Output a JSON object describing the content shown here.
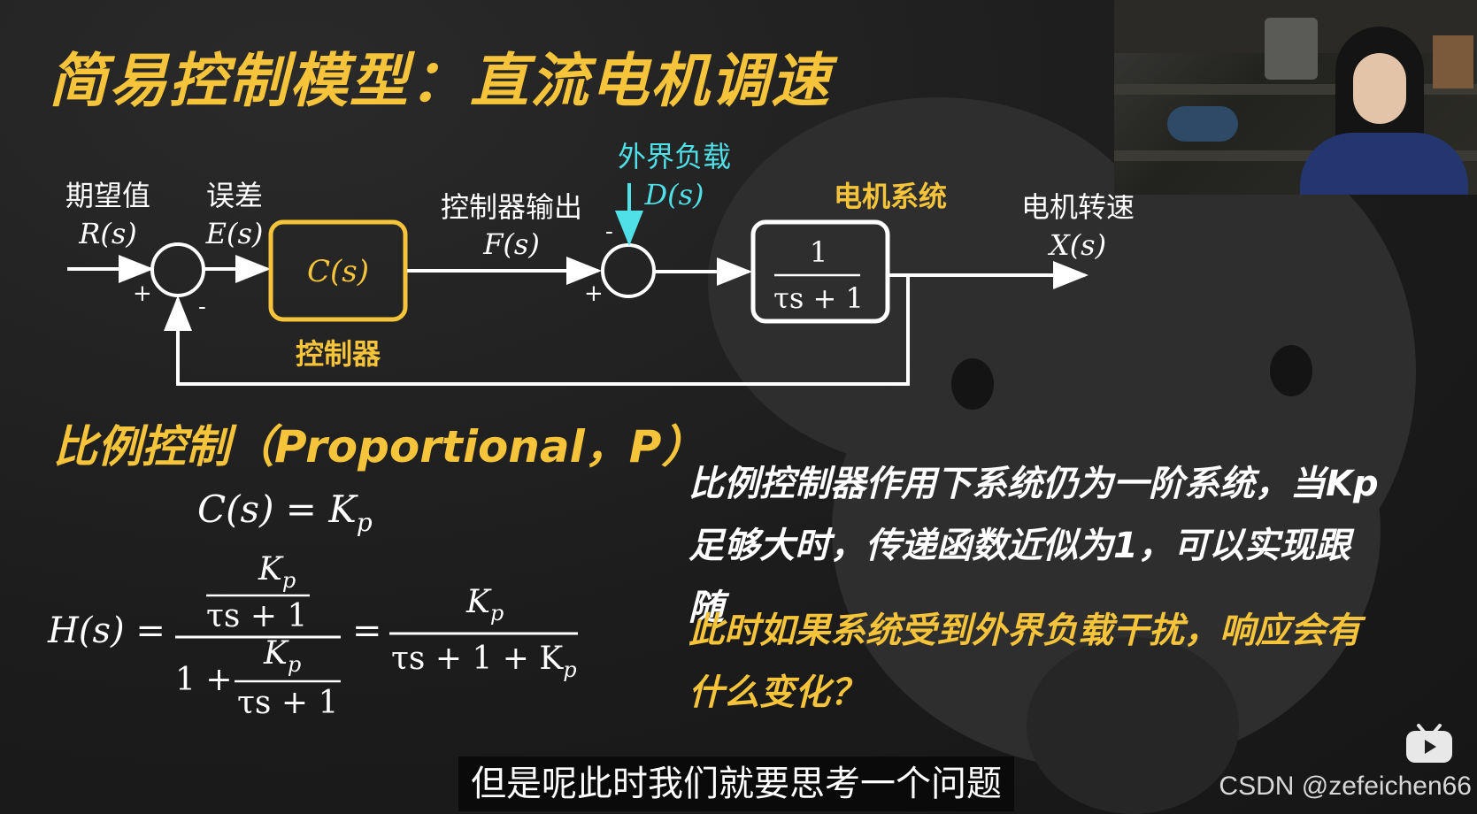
{
  "title": "简易控制模型：直流电机调速",
  "diagram": {
    "desired_label": "期望值",
    "desired_symbol": "R(s)",
    "error_label": "误差",
    "error_symbol": "E(s)",
    "controller_block": "C(s)",
    "controller_label": "控制器",
    "controller_output_label": "控制器输出",
    "controller_output_symbol": "F(s)",
    "disturbance_label": "外界负载",
    "disturbance_symbol": "D(s)",
    "plant_label": "电机系统",
    "plant_numerator": "1",
    "plant_denominator": "τs + 1",
    "output_label": "电机转速",
    "output_symbol": "X(s)",
    "sum1_plus": "+",
    "sum1_minus": "-",
    "sum2_plus": "+",
    "sum2_minus": "-"
  },
  "section_title": "比例控制（Proportional，P）",
  "equations": {
    "controller_eq": "C(s) = K",
    "controller_sub": "p",
    "h_lhs": "H(s) =",
    "kp": "K",
    "kp_sub": "p",
    "tau_s_plus_1": "τs + 1",
    "one_plus": "1 +",
    "equals": "=",
    "rhs_den": "τs + 1 + K",
    "rhs_den_sub": "p"
  },
  "explanation": "比例控制器作用下系统仍为一阶系统，当Kp足够大时，传递函数近似为1，可以实现跟随",
  "question": "此时如果系统受到外界负载干扰，响应会有什么变化？",
  "subtitle": "但是呢此时我们就要思考一个问题",
  "watermark": "CSDN @zefeichen66",
  "colors": {
    "accent_yellow": "#f6c43a",
    "disturbance_cyan": "#4fe0e8",
    "background": "#1f1f1f"
  }
}
